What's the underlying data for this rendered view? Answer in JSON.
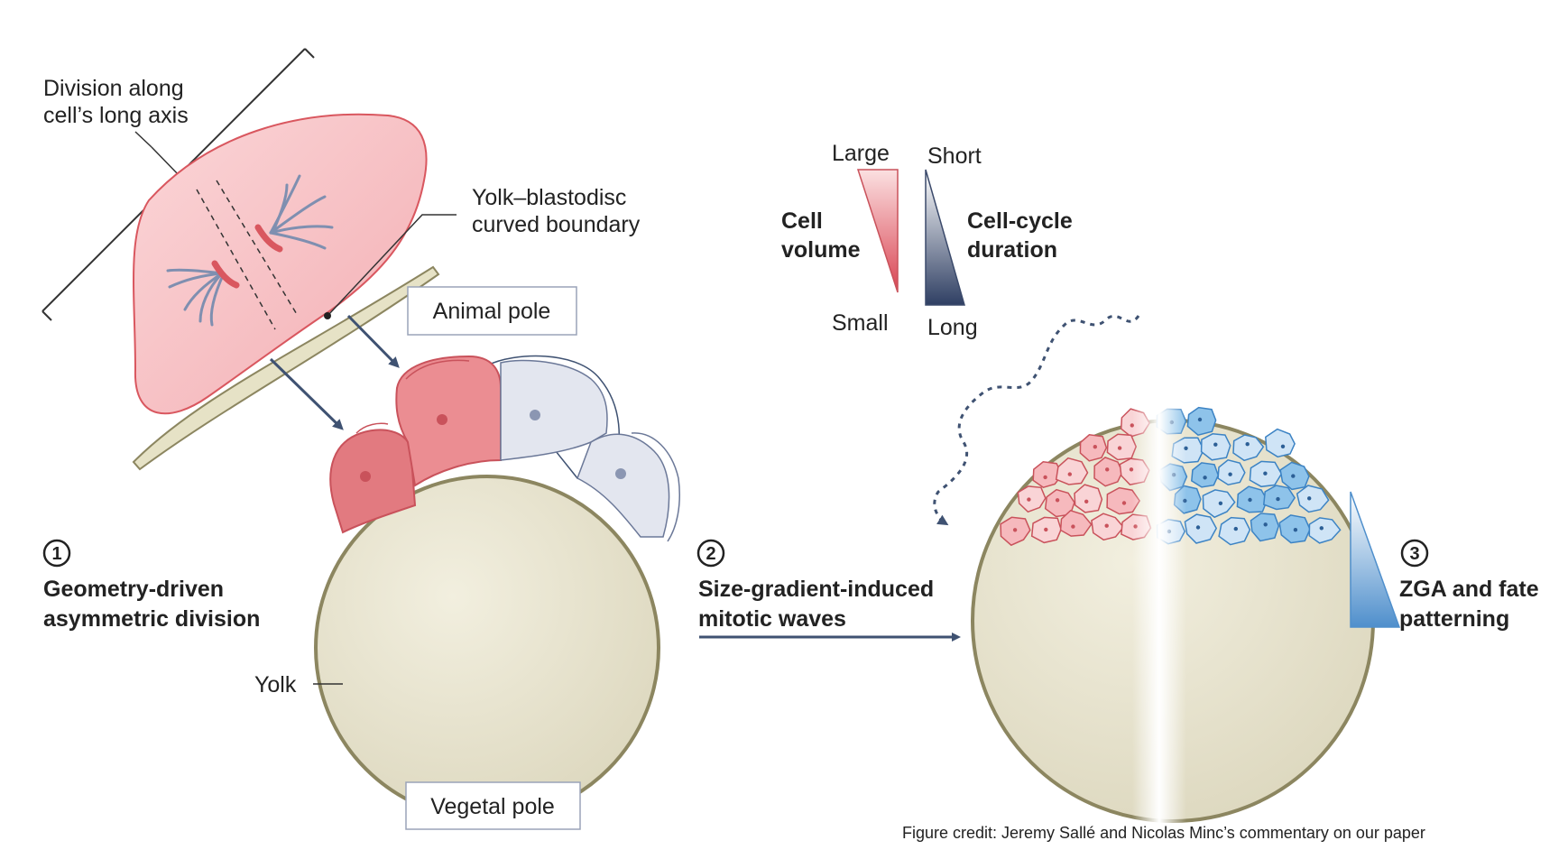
{
  "labels": {
    "division_line1": "Division along",
    "division_line2": "cell’s long axis",
    "boundary_line1": "Yolk–blastodisc",
    "boundary_line2": "curved boundary",
    "animal_pole": "Animal pole",
    "vegetal_pole": "Vegetal pole",
    "yolk": "Yolk",
    "large": "Large",
    "small": "Small",
    "short": "Short",
    "long": "Long",
    "cell_volume_line1": "Cell",
    "cell_volume_line2": "volume",
    "cell_cycle_line1": "Cell-cycle",
    "cell_cycle_line2": "duration"
  },
  "steps": [
    {
      "number": "1",
      "line1": "Geometry-driven",
      "line2": "asymmetric division"
    },
    {
      "number": "2",
      "line1": "Size-gradient-induced",
      "line2": "mitotic waves"
    },
    {
      "number": "3",
      "line1": "ZGA and fate",
      "line2": "patterning"
    }
  ],
  "credit": "Figure credit:  Jeremy Sallé and Nicolas Minc’s commentary on our paper",
  "colors": {
    "yolk_fill": "#e8e4cf",
    "yolk_stroke": "#8c8660",
    "red_cell": "#e27a80",
    "red_light": "#f6c9cb",
    "blue_cell": "#6fb1e0",
    "blue_light": "#d7e6f6",
    "grey_cell": "#dfe3ee",
    "arrow": "#3f5272",
    "dark_wedge": "#3b4a6b"
  }
}
